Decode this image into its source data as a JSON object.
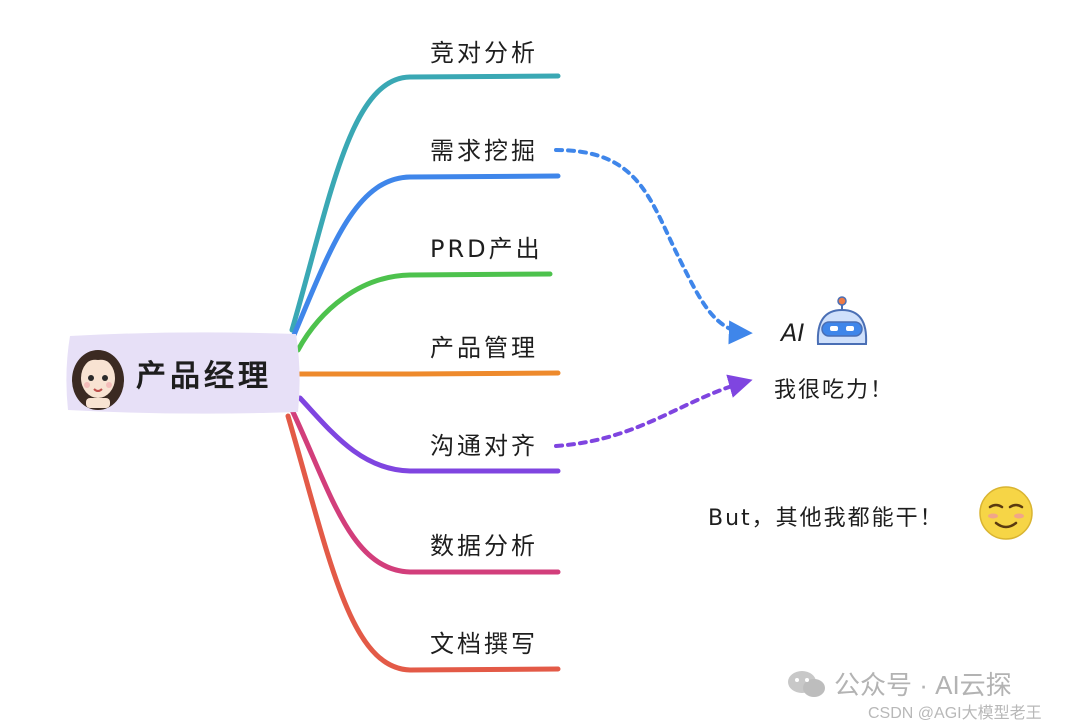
{
  "root": {
    "label": "产品经理"
  },
  "branches": [
    {
      "label": "竞对分析",
      "color": "#3aa8b4"
    },
    {
      "label": "需求挖掘",
      "color": "#3f86ea"
    },
    {
      "label": "PRD产出",
      "color": "#4dc24d"
    },
    {
      "label": "产品管理",
      "color": "#ee8a2c"
    },
    {
      "label": "沟通对齐",
      "color": "#7f45e0"
    },
    {
      "label": "数据分析",
      "color": "#d23e7b"
    },
    {
      "label": "文档撰写",
      "color": "#e35a47"
    }
  ],
  "annotations": {
    "ai_label": "AI",
    "ai_note": "我很吃力！",
    "but_note": "But，其他我都能干！",
    "robot_icon": "robot-icon",
    "smiley_icon": "sly-smile-icon",
    "avatar_icon": "woman-avatar-icon"
  },
  "colors": {
    "root_bg": "#e7e0f7",
    "dash_blue": "#3f86ea",
    "dash_purple": "#7f45e0"
  },
  "watermark": {
    "main": "公众号 · AI云探",
    "sub": "CSDN @AGI大模型老王"
  }
}
